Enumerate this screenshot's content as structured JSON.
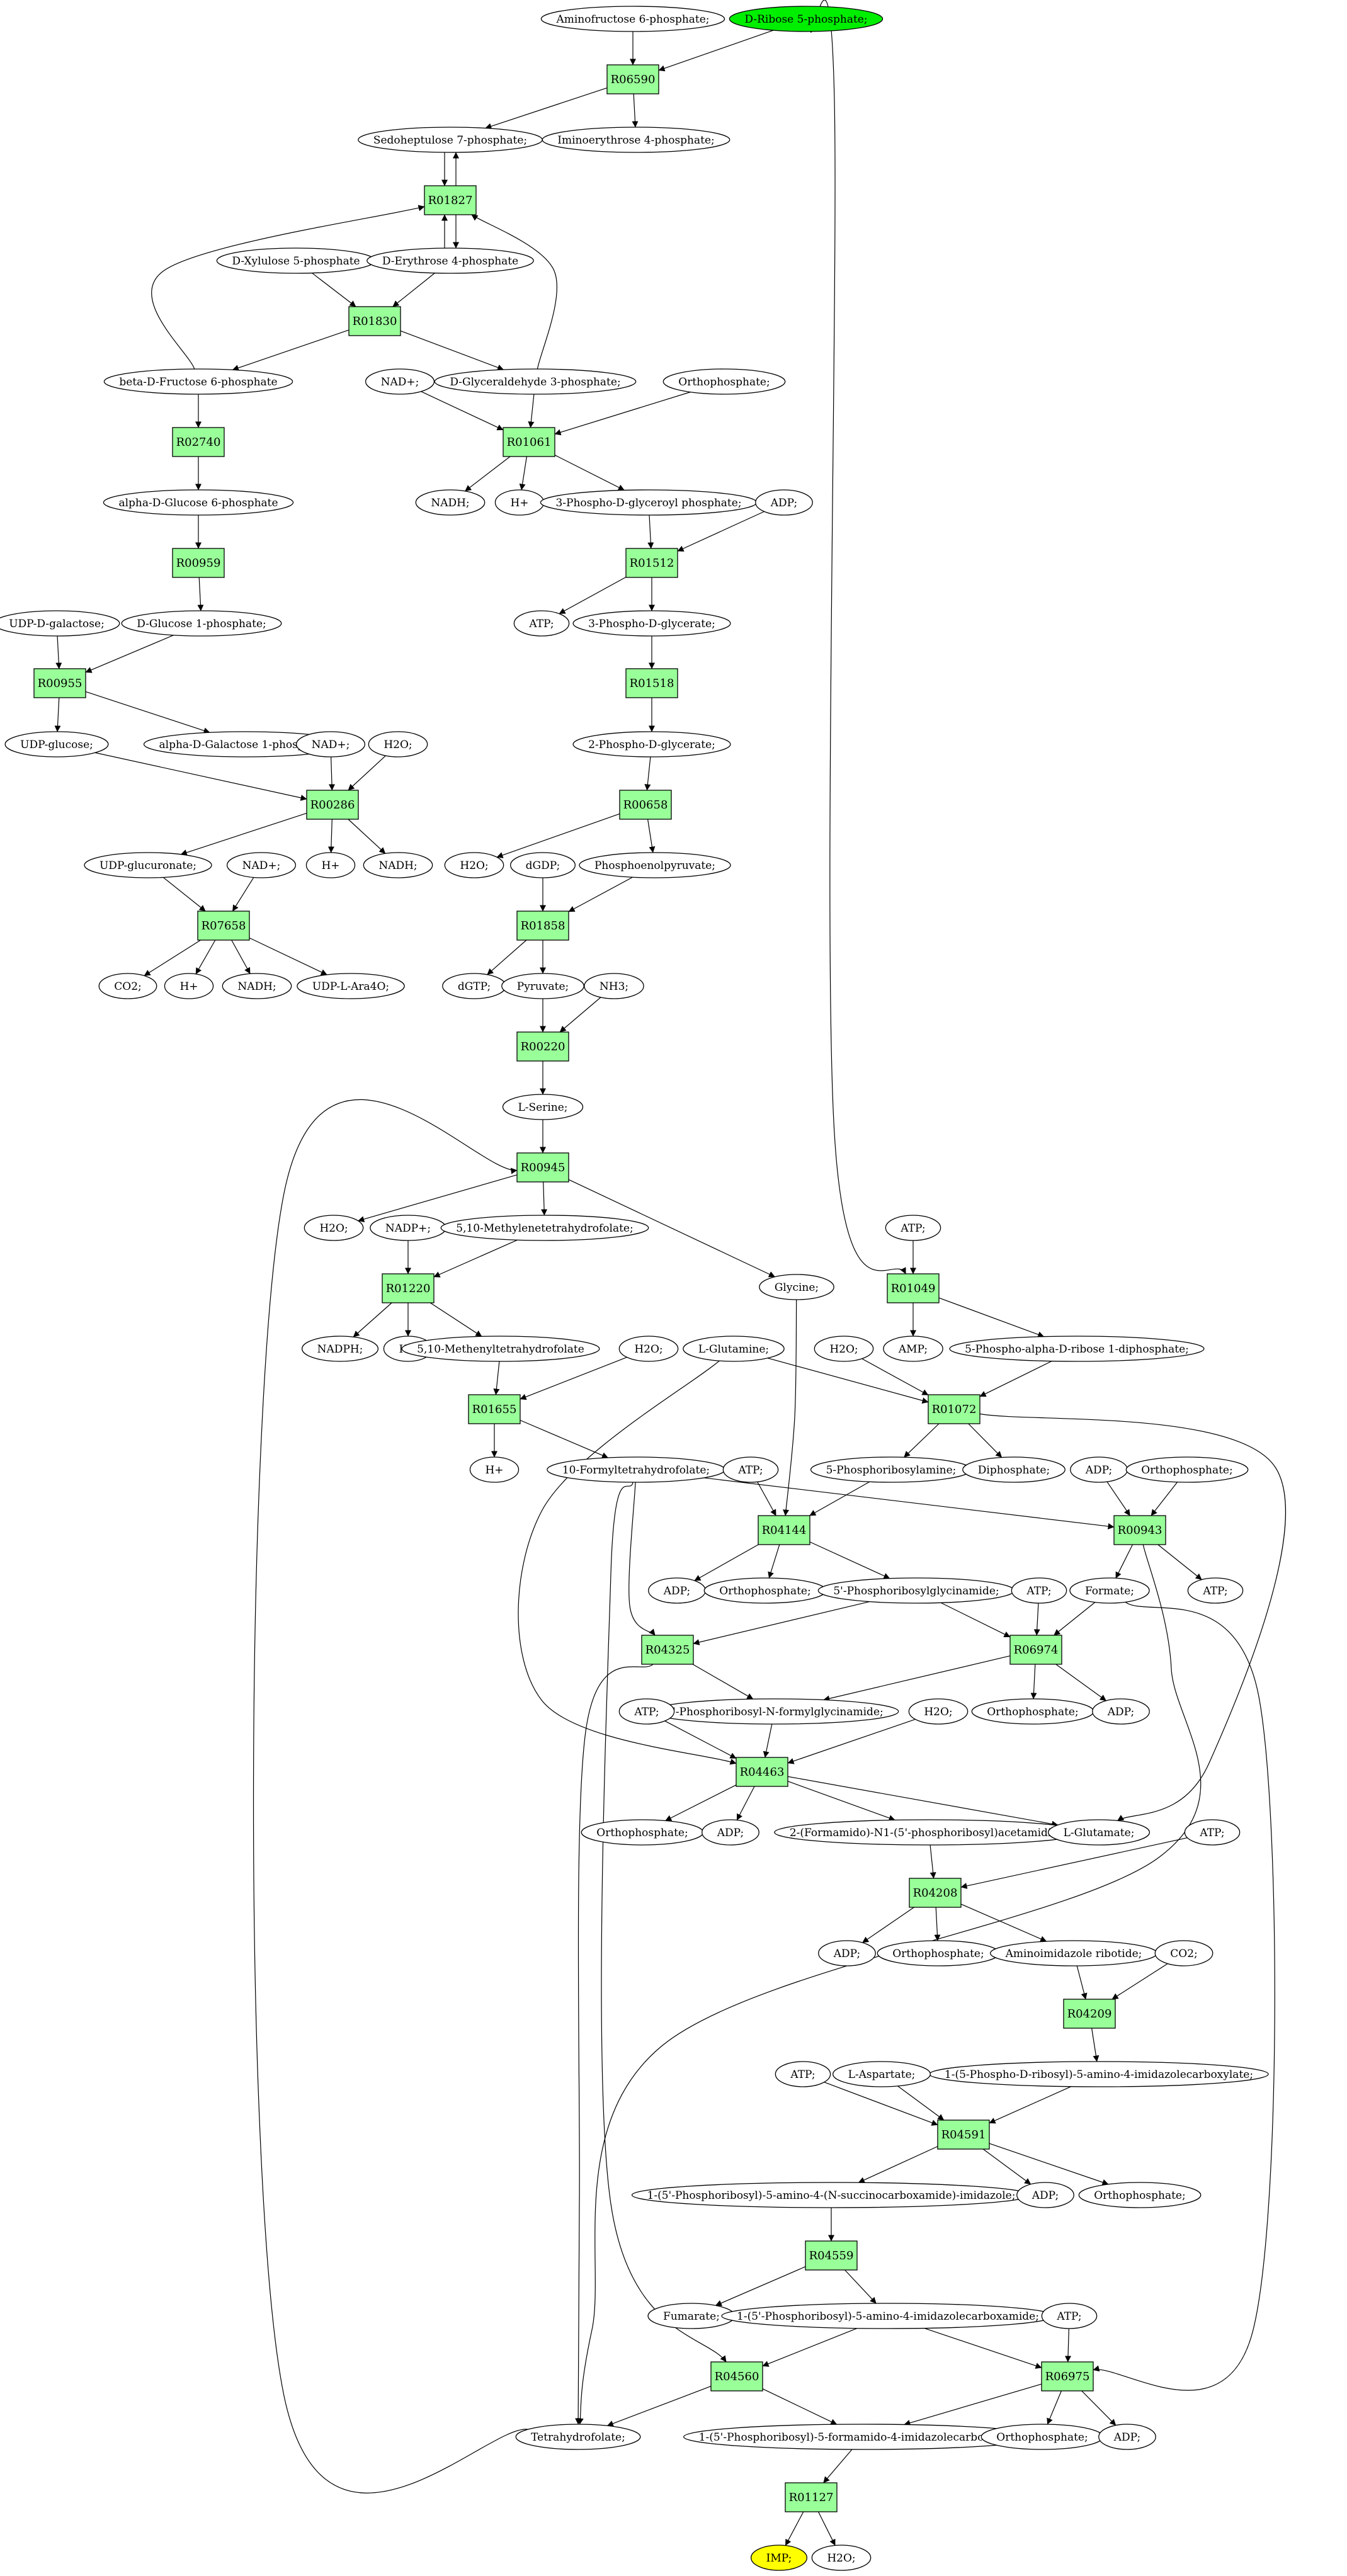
{
  "colors": {
    "reaction_fill": "#99ff99",
    "source_fill": "#00ee00",
    "target_fill": "#ffff00",
    "compound_fill": "#ffffff",
    "stroke": "#000000"
  },
  "compounds": [
    {
      "id": "c_aminofructose_6p",
      "label": "Aminofructose 6-phosphate;"
    },
    {
      "id": "c_d_ribose_5p",
      "label": "D-Ribose 5-phosphate;",
      "role": "source"
    },
    {
      "id": "c_sedoheptulose_7p",
      "label": "Sedoheptulose 7-phosphate;"
    },
    {
      "id": "c_iminoerythrose_4p",
      "label": "Iminoerythrose 4-phosphate;"
    },
    {
      "id": "c_d_xylulose_5p",
      "label": "D-Xylulose 5-phosphate"
    },
    {
      "id": "c_d_erythrose_4p",
      "label": "D-Erythrose 4-phosphate"
    },
    {
      "id": "c_beta_d_fructose_6p",
      "label": "beta-D-Fructose 6-phosphate"
    },
    {
      "id": "c_d_glyceraldehyde_3p",
      "label": "D-Glyceraldehyde 3-phosphate;"
    },
    {
      "id": "c_nadp_plus_a",
      "label": "NAD+;"
    },
    {
      "id": "c_orthophosphate_a",
      "label": "Orthophosphate;"
    },
    {
      "id": "c_alpha_d_glucose_6p",
      "label": "alpha-D-Glucose 6-phosphate"
    },
    {
      "id": "c_nadh_a",
      "label": "NADH;"
    },
    {
      "id": "c_h_plus_a",
      "label": "H+"
    },
    {
      "id": "c_3_phospho_d_glyceroyl_p",
      "label": "3-Phospho-D-glyceroyl phosphate;"
    },
    {
      "id": "c_adp_a",
      "label": "ADP;"
    },
    {
      "id": "c_udp_d_galactose",
      "label": "UDP-D-galactose;"
    },
    {
      "id": "c_d_glucose_1p",
      "label": "D-Glucose 1-phosphate;"
    },
    {
      "id": "c_atp_a",
      "label": "ATP;"
    },
    {
      "id": "c_3_phospho_d_glycerate",
      "label": "3-Phospho-D-glycerate;"
    },
    {
      "id": "c_udp_glucose",
      "label": "UDP-glucose;"
    },
    {
      "id": "c_alpha_d_galactose_1p",
      "label": "alpha-D-Galactose 1-phosphate;"
    },
    {
      "id": "c_nad_plus_b",
      "label": "NAD+;"
    },
    {
      "id": "c_h2o_a",
      "label": "H2O;"
    },
    {
      "id": "c_2_phospho_d_glycerate",
      "label": "2-Phospho-D-glycerate;"
    },
    {
      "id": "c_udp_glucuronate",
      "label": "UDP-glucuronate;"
    },
    {
      "id": "c_nad_plus_c",
      "label": "NAD+;"
    },
    {
      "id": "c_h_plus_b",
      "label": "H+"
    },
    {
      "id": "c_nadh_b",
      "label": "NADH;"
    },
    {
      "id": "c_h2o_b",
      "label": "H2O;"
    },
    {
      "id": "c_dgdp",
      "label": "dGDP;"
    },
    {
      "id": "c_phosphoenolpyruvate",
      "label": "Phosphoenolpyruvate;"
    },
    {
      "id": "c_co2_a",
      "label": "CO2;"
    },
    {
      "id": "c_h_plus_c",
      "label": "H+"
    },
    {
      "id": "c_nadh_c",
      "label": "NADH;"
    },
    {
      "id": "c_udp_l_ara4o",
      "label": "UDP-L-Ara4O;"
    },
    {
      "id": "c_dgtp",
      "label": "dGTP;"
    },
    {
      "id": "c_pyruvate",
      "label": "Pyruvate;"
    },
    {
      "id": "c_nh3",
      "label": "NH3;"
    },
    {
      "id": "c_l_serine",
      "label": "L-Serine;"
    },
    {
      "id": "c_h2o_c",
      "label": "H2O;"
    },
    {
      "id": "c_nadp_plus_d",
      "label": "NADP+;"
    },
    {
      "id": "c_5_10_methylenethf",
      "label": "5,10-Methylenetetrahydrofolate;"
    },
    {
      "id": "c_glycine",
      "label": "Glycine;"
    },
    {
      "id": "c_atp_b",
      "label": "ATP;"
    },
    {
      "id": "c_nadph",
      "label": "NADPH;"
    },
    {
      "id": "c_h_plus_d",
      "label": "H+"
    },
    {
      "id": "c_5_10_methenylthf",
      "label": "5,10-Methenyltetrahydrofolate"
    },
    {
      "id": "c_h2o_d",
      "label": "H2O;"
    },
    {
      "id": "c_l_glutamine",
      "label": "L-Glutamine;"
    },
    {
      "id": "c_h2o_e",
      "label": "H2O;"
    },
    {
      "id": "c_amp",
      "label": "AMP;"
    },
    {
      "id": "c_prpp",
      "label": "5-Phospho-alpha-D-ribose 1-diphosphate;"
    },
    {
      "id": "c_h_plus_e",
      "label": "H+"
    },
    {
      "id": "c_10_formylthf",
      "label": "10-Formyltetrahydrofolate;"
    },
    {
      "id": "c_atp_c",
      "label": "ATP;"
    },
    {
      "id": "c_5_phosphoribosylamine",
      "label": "5-Phosphoribosylamine;"
    },
    {
      "id": "c_diphosphate",
      "label": "Diphosphate;"
    },
    {
      "id": "c_adp_b",
      "label": "ADP;"
    },
    {
      "id": "c_orthophosphate_b",
      "label": "Orthophosphate;"
    },
    {
      "id": "c_adp_c",
      "label": "ADP;"
    },
    {
      "id": "c_orthophosphate_c",
      "label": "Orthophosphate;"
    },
    {
      "id": "c_gar",
      "label": "5'-Phosphoribosylglycinamide;"
    },
    {
      "id": "c_atp_d",
      "label": "ATP;"
    },
    {
      "id": "c_formate",
      "label": "Formate;"
    },
    {
      "id": "c_atp_e",
      "label": "ATP;"
    },
    {
      "id": "c_fgar",
      "label": "5'-Phosphoribosyl-N-formylglycinamide;"
    },
    {
      "id": "c_orthophosphate_d",
      "label": "Orthophosphate;"
    },
    {
      "id": "c_adp_d",
      "label": "ADP;"
    },
    {
      "id": "c_atp_f",
      "label": "ATP;"
    },
    {
      "id": "c_h2o_f",
      "label": "H2O;"
    },
    {
      "id": "c_orthophosphate_e",
      "label": "Orthophosphate;"
    },
    {
      "id": "c_adp_e",
      "label": "ADP;"
    },
    {
      "id": "c_fgam",
      "label": "2-(Formamido)-N1-(5'-phosphoribosyl)acetamidine;"
    },
    {
      "id": "c_l_glutamate",
      "label": "L-Glutamate;"
    },
    {
      "id": "c_atp_g",
      "label": "ATP;"
    },
    {
      "id": "c_adp_f",
      "label": "ADP;"
    },
    {
      "id": "c_orthophosphate_f",
      "label": "Orthophosphate;"
    },
    {
      "id": "c_air",
      "label": "Aminoimidazole ribotide;"
    },
    {
      "id": "c_co2_b",
      "label": "CO2;"
    },
    {
      "id": "c_cair",
      "label": "1-(5-Phospho-D-ribosyl)-5-amino-4-imidazolecarboxylate;"
    },
    {
      "id": "c_atp_h",
      "label": "ATP;"
    },
    {
      "id": "c_l_aspartate",
      "label": "L-Aspartate;"
    },
    {
      "id": "c_saicar",
      "label": "1-(5'-Phosphoribosyl)-5-amino-4-(N-succinocarboxamide)-imidazole;"
    },
    {
      "id": "c_adp_g",
      "label": "ADP;"
    },
    {
      "id": "c_orthophosphate_g",
      "label": "Orthophosphate;"
    },
    {
      "id": "c_fumarate",
      "label": "Fumarate;"
    },
    {
      "id": "c_aicar",
      "label": "1-(5'-Phosphoribosyl)-5-amino-4-imidazolecarboxamide;"
    },
    {
      "id": "c_atp_i",
      "label": "ATP;"
    },
    {
      "id": "c_tetrahydrofolate",
      "label": "Tetrahydrofolate;"
    },
    {
      "id": "c_faicar",
      "label": "1-(5'-Phosphoribosyl)-5-formamido-4-imidazolecarboxamide;"
    },
    {
      "id": "c_orthophosphate_h",
      "label": "Orthophosphate;"
    },
    {
      "id": "c_adp_h",
      "label": "ADP;"
    },
    {
      "id": "c_imp",
      "label": "IMP;",
      "role": "target"
    },
    {
      "id": "c_h2o_g",
      "label": "H2O;"
    }
  ],
  "reactions": [
    {
      "id": "r_R06590",
      "label": "R06590"
    },
    {
      "id": "r_R01827",
      "label": "R01827"
    },
    {
      "id": "r_R01830",
      "label": "R01830"
    },
    {
      "id": "r_R02740",
      "label": "R02740"
    },
    {
      "id": "r_R01061",
      "label": "R01061"
    },
    {
      "id": "r_R00959",
      "label": "R00959"
    },
    {
      "id": "r_R01512",
      "label": "R01512"
    },
    {
      "id": "r_R00955",
      "label": "R00955"
    },
    {
      "id": "r_R01518",
      "label": "R01518"
    },
    {
      "id": "r_R00286",
      "label": "R00286"
    },
    {
      "id": "r_R00658",
      "label": "R00658"
    },
    {
      "id": "r_R07658",
      "label": "R07658"
    },
    {
      "id": "r_R01858",
      "label": "R01858"
    },
    {
      "id": "r_R00220",
      "label": "R00220"
    },
    {
      "id": "r_R00945",
      "label": "R00945"
    },
    {
      "id": "r_R01049",
      "label": "R01049"
    },
    {
      "id": "r_R01220",
      "label": "R01220"
    },
    {
      "id": "r_R01072",
      "label": "R01072"
    },
    {
      "id": "r_R01655",
      "label": "R01655"
    },
    {
      "id": "r_R04144",
      "label": "R04144"
    },
    {
      "id": "r_R00943",
      "label": "R00943"
    },
    {
      "id": "r_R04325",
      "label": "R04325"
    },
    {
      "id": "r_R06974",
      "label": "R06974"
    },
    {
      "id": "r_R04463",
      "label": "R04463"
    },
    {
      "id": "r_R04208",
      "label": "R04208"
    },
    {
      "id": "r_R04209",
      "label": "R04209"
    },
    {
      "id": "r_R04591",
      "label": "R04591"
    },
    {
      "id": "r_R04559",
      "label": "R04559"
    },
    {
      "id": "r_R04560",
      "label": "R04560"
    },
    {
      "id": "r_R06975",
      "label": "R06975"
    },
    {
      "id": "r_R01127",
      "label": "R01127"
    }
  ],
  "edges": [
    [
      "c_aminofructose_6p",
      "r_R06590"
    ],
    [
      "c_d_ribose_5p",
      "r_R06590"
    ],
    [
      "r_R06590",
      "c_sedoheptulose_7p"
    ],
    [
      "r_R06590",
      "c_iminoerythrose_4p"
    ],
    [
      "c_sedoheptulose_7p",
      "r_R01827"
    ],
    [
      "r_R01827",
      "c_sedoheptulose_7p"
    ],
    [
      "c_d_erythrose_4p",
      "r_R01827"
    ],
    [
      "r_R01827",
      "c_d_erythrose_4p"
    ],
    [
      "c_beta_d_fructose_6p",
      "r_R01827"
    ],
    [
      "c_d_glyceraldehyde_3p",
      "r_R01827"
    ],
    [
      "c_d_xylulose_5p",
      "r_R01830"
    ],
    [
      "c_d_erythrose_4p",
      "r_R01830"
    ],
    [
      "r_R01830",
      "c_beta_d_fructose_6p"
    ],
    [
      "r_R01830",
      "c_d_glyceraldehyde_3p"
    ],
    [
      "c_beta_d_fructose_6p",
      "r_R02740"
    ],
    [
      "r_R02740",
      "c_alpha_d_glucose_6p"
    ],
    [
      "c_alpha_d_glucose_6p",
      "r_R00959"
    ],
    [
      "r_R00959",
      "c_d_glucose_1p"
    ],
    [
      "c_d_glyceraldehyde_3p",
      "r_R01061"
    ],
    [
      "c_nadp_plus_a",
      "r_R01061"
    ],
    [
      "c_orthophosphate_a",
      "r_R01061"
    ],
    [
      "r_R01061",
      "c_nadh_a"
    ],
    [
      "r_R01061",
      "c_h_plus_a"
    ],
    [
      "r_R01061",
      "c_3_phospho_d_glyceroyl_p"
    ],
    [
      "c_3_phospho_d_glyceroyl_p",
      "r_R01512"
    ],
    [
      "c_adp_a",
      "r_R01512"
    ],
    [
      "r_R01512",
      "c_atp_a"
    ],
    [
      "r_R01512",
      "c_3_phospho_d_glycerate"
    ],
    [
      "c_3_phospho_d_glycerate",
      "r_R01518"
    ],
    [
      "r_R01518",
      "c_2_phospho_d_glycerate"
    ],
    [
      "c_udp_d_galactose",
      "r_R00955"
    ],
    [
      "c_d_glucose_1p",
      "r_R00955"
    ],
    [
      "r_R00955",
      "c_udp_glucose"
    ],
    [
      "r_R00955",
      "c_alpha_d_galactose_1p"
    ],
    [
      "c_udp_glucose",
      "r_R00286"
    ],
    [
      "c_nad_plus_b",
      "r_R00286"
    ],
    [
      "c_h2o_a",
      "r_R00286"
    ],
    [
      "r_R00286",
      "c_udp_glucuronate"
    ],
    [
      "r_R00286",
      "c_h_plus_b"
    ],
    [
      "r_R00286",
      "c_nadh_b"
    ],
    [
      "c_2_phospho_d_glycerate",
      "r_R00658"
    ],
    [
      "r_R00658",
      "c_h2o_b"
    ],
    [
      "r_R00658",
      "c_phosphoenolpyruvate"
    ],
    [
      "c_udp_glucuronate",
      "r_R07658"
    ],
    [
      "c_nad_plus_c",
      "r_R07658"
    ],
    [
      "r_R07658",
      "c_co2_a"
    ],
    [
      "r_R07658",
      "c_h_plus_c"
    ],
    [
      "r_R07658",
      "c_nadh_c"
    ],
    [
      "r_R07658",
      "c_udp_l_ara4o"
    ],
    [
      "c_dgdp",
      "r_R01858"
    ],
    [
      "c_phosphoenolpyruvate",
      "r_R01858"
    ],
    [
      "r_R01858",
      "c_dgtp"
    ],
    [
      "r_R01858",
      "c_pyruvate"
    ],
    [
      "c_pyruvate",
      "r_R00220"
    ],
    [
      "c_nh3",
      "r_R00220"
    ],
    [
      "r_R00220",
      "c_l_serine"
    ],
    [
      "c_l_serine",
      "r_R00945"
    ],
    [
      "c_tetrahydrofolate",
      "r_R00945"
    ],
    [
      "r_R00945",
      "c_h2o_c"
    ],
    [
      "r_R00945",
      "c_5_10_methylenethf"
    ],
    [
      "r_R00945",
      "c_glycine"
    ],
    [
      "c_nadp_plus_d",
      "r_R01220"
    ],
    [
      "c_5_10_methylenethf",
      "r_R01220"
    ],
    [
      "r_R01220",
      "c_nadph"
    ],
    [
      "r_R01220",
      "c_h_plus_d"
    ],
    [
      "r_R01220",
      "c_5_10_methenylthf"
    ],
    [
      "c_5_10_methenylthf",
      "r_R01655"
    ],
    [
      "c_h2o_d",
      "r_R01655"
    ],
    [
      "r_R01655",
      "c_h_plus_e"
    ],
    [
      "r_R01655",
      "c_10_formylthf"
    ],
    [
      "c_d_ribose_5p",
      "r_R01049"
    ],
    [
      "c_atp_b",
      "r_R01049"
    ],
    [
      "r_R01049",
      "c_amp"
    ],
    [
      "r_R01049",
      "c_prpp"
    ],
    [
      "c_l_glutamine",
      "r_R01072"
    ],
    [
      "c_h2o_e",
      "r_R01072"
    ],
    [
      "c_prpp",
      "r_R01072"
    ],
    [
      "r_R01072",
      "c_5_phosphoribosylamine"
    ],
    [
      "r_R01072",
      "c_diphosphate"
    ],
    [
      "r_R01072",
      "c_l_glutamate"
    ],
    [
      "c_atp_c",
      "r_R04144"
    ],
    [
      "c_5_phosphoribosylamine",
      "r_R04144"
    ],
    [
      "c_glycine",
      "r_R04144"
    ],
    [
      "r_R04144",
      "c_adp_b"
    ],
    [
      "r_R04144",
      "c_orthophosphate_b"
    ],
    [
      "r_R04144",
      "c_gar"
    ],
    [
      "c_10_formylthf",
      "r_R00943"
    ],
    [
      "c_adp_c",
      "r_R00943"
    ],
    [
      "c_orthophosphate_c",
      "r_R00943"
    ],
    [
      "r_R00943",
      "c_formate"
    ],
    [
      "r_R00943",
      "c_atp_e"
    ],
    [
      "r_R00943",
      "c_tetrahydrofolate"
    ],
    [
      "c_gar",
      "r_R04325"
    ],
    [
      "c_10_formylthf",
      "r_R04325"
    ],
    [
      "r_R04325",
      "c_fgar"
    ],
    [
      "r_R04325",
      "c_tetrahydrofolate"
    ],
    [
      "c_gar",
      "r_R06974"
    ],
    [
      "c_atp_d",
      "r_R06974"
    ],
    [
      "c_formate",
      "r_R06974"
    ],
    [
      "r_R06974",
      "c_orthophosphate_d"
    ],
    [
      "r_R06974",
      "c_adp_d"
    ],
    [
      "r_R06974",
      "c_fgar"
    ],
    [
      "c_atp_f",
      "r_R04463"
    ],
    [
      "c_fgar",
      "r_R04463"
    ],
    [
      "c_h2o_f",
      "r_R04463"
    ],
    [
      "c_l_glutamine",
      "r_R04463"
    ],
    [
      "r_R04463",
      "c_orthophosphate_e"
    ],
    [
      "r_R04463",
      "c_adp_e"
    ],
    [
      "r_R04463",
      "c_fgam"
    ],
    [
      "r_R04463",
      "c_l_glutamate"
    ],
    [
      "c_fgam",
      "r_R04208"
    ],
    [
      "c_atp_g",
      "r_R04208"
    ],
    [
      "r_R04208",
      "c_adp_f"
    ],
    [
      "r_R04208",
      "c_orthophosphate_f"
    ],
    [
      "r_R04208",
      "c_air"
    ],
    [
      "c_air",
      "r_R04209"
    ],
    [
      "c_co2_b",
      "r_R04209"
    ],
    [
      "r_R04209",
      "c_cair"
    ],
    [
      "c_atp_h",
      "r_R04591"
    ],
    [
      "c_l_aspartate",
      "r_R04591"
    ],
    [
      "c_cair",
      "r_R04591"
    ],
    [
      "r_R04591",
      "c_saicar"
    ],
    [
      "r_R04591",
      "c_adp_g"
    ],
    [
      "r_R04591",
      "c_orthophosphate_g"
    ],
    [
      "c_saicar",
      "r_R04559"
    ],
    [
      "r_R04559",
      "c_fumarate"
    ],
    [
      "r_R04559",
      "c_aicar"
    ],
    [
      "c_aicar",
      "r_R04560"
    ],
    [
      "c_10_formylthf",
      "r_R04560"
    ],
    [
      "r_R04560",
      "c_tetrahydrofolate"
    ],
    [
      "r_R04560",
      "c_faicar"
    ],
    [
      "c_aicar",
      "r_R06975"
    ],
    [
      "c_atp_i",
      "r_R06975"
    ],
    [
      "c_formate",
      "r_R06975"
    ],
    [
      "r_R06975",
      "c_faicar"
    ],
    [
      "r_R06975",
      "c_orthophosphate_h"
    ],
    [
      "r_R06975",
      "c_adp_h"
    ],
    [
      "c_faicar",
      "r_R01127"
    ],
    [
      "r_R01127",
      "c_imp"
    ],
    [
      "r_R01127",
      "c_h2o_g"
    ]
  ]
}
